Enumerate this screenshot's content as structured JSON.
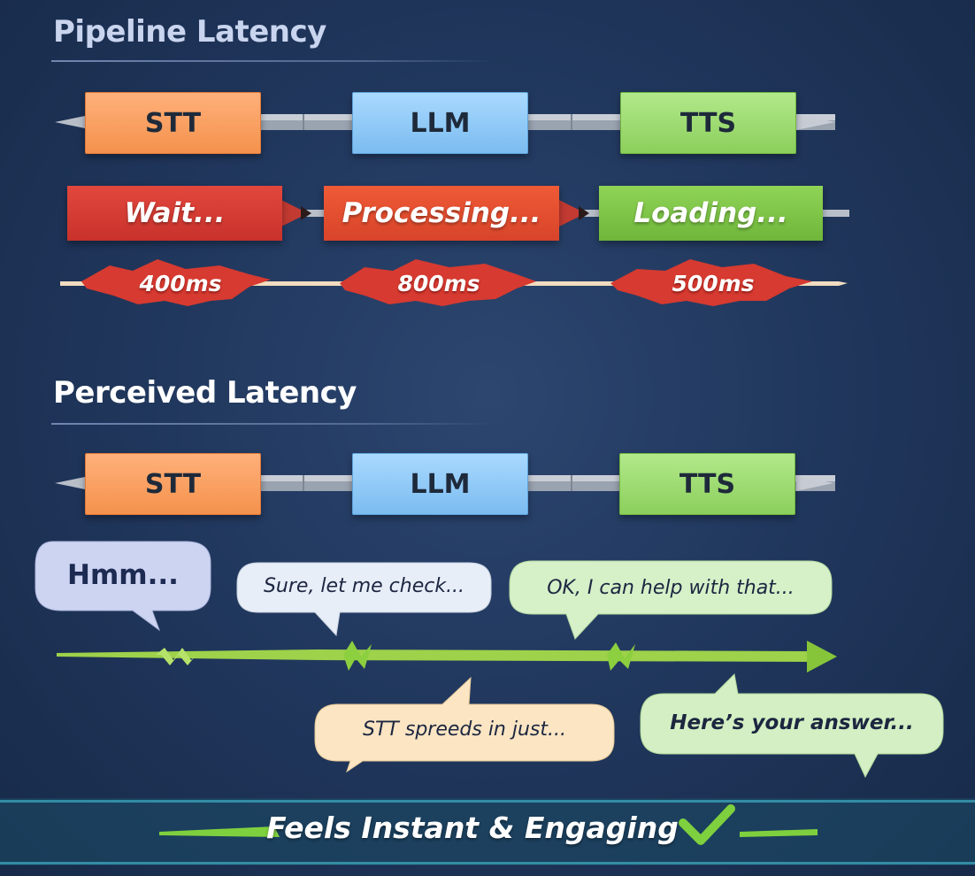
{
  "pipeline": {
    "title": "Pipeline Latency",
    "stages": [
      "STT",
      "LLM",
      "TTS"
    ],
    "states": [
      "Wait...",
      "Processing...",
      "Loading..."
    ],
    "durations": [
      "400ms",
      "800ms",
      "500ms"
    ]
  },
  "perceived": {
    "title": "Perceived Latency",
    "stages": [
      "STT",
      "LLM",
      "TTS"
    ],
    "bubbles": {
      "hmm": "Hmm...",
      "sure": "Sure, let me check...",
      "ok": "OK, I can help with that...",
      "spreeds": "STT spreeds in just...",
      "answer": "Here’s your answer..."
    }
  },
  "footer": {
    "text": "Feels Instant & Engaging",
    "icon": "checkmark-icon"
  },
  "colors": {
    "stt": "#f4924d",
    "llm": "#7bbcf0",
    "tts": "#8ccf5c",
    "wait": "#c8322b",
    "processing": "#d8442a",
    "loading": "#6fb63a",
    "background": "#1f355a",
    "accent_green": "#8dd63f"
  }
}
